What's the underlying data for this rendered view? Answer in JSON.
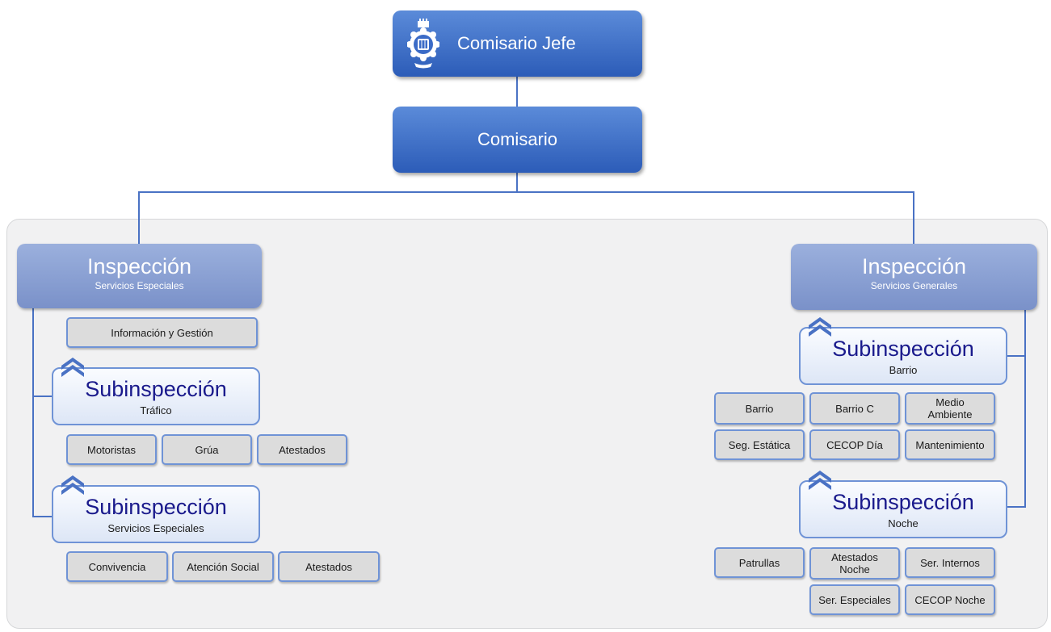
{
  "chief": {
    "label": "Comisario Jefe",
    "crest_icon": "police-crest-icon"
  },
  "commissioner": {
    "label": "Comisario"
  },
  "inspections": [
    {
      "title": "Inspección",
      "subtitle": "Servicios Especiales"
    },
    {
      "title": "Inspección",
      "subtitle": "Servicios Generales"
    }
  ],
  "left_units": {
    "info": "Información y Gestión",
    "sub_trafico": {
      "title": "Subinspección",
      "name": "Tráfico"
    },
    "trafico_units": [
      "Motoristas",
      "Grúa",
      "Atestados"
    ],
    "sub_especiales": {
      "title": "Subinspección",
      "name": "Servicios Especiales"
    },
    "especiales_units": [
      "Convivencia",
      "Atención Social",
      "Atestados"
    ]
  },
  "right_units": {
    "sub_barrio": {
      "title": "Subinspección",
      "name": "Barrio"
    },
    "barrio_units": [
      "Barrio",
      "Barrio C",
      "Medio Ambiente",
      "Seg. Estática",
      "CECOP Día",
      "Mantenimiento"
    ],
    "sub_noche": {
      "title": "Subinspección",
      "name": "Noche"
    },
    "noche_units": [
      "Patrullas",
      "Atestados Noche",
      "Ser. Internos",
      "Ser. Especiales",
      "CECOP Noche"
    ]
  },
  "colors": {
    "primary_blue": "#2c5cb8",
    "inspection_blue": "#8aa0d4",
    "border_blue": "#6f93d6",
    "connector": "#4a72c4",
    "unit_gray": "#dcdcdc"
  }
}
